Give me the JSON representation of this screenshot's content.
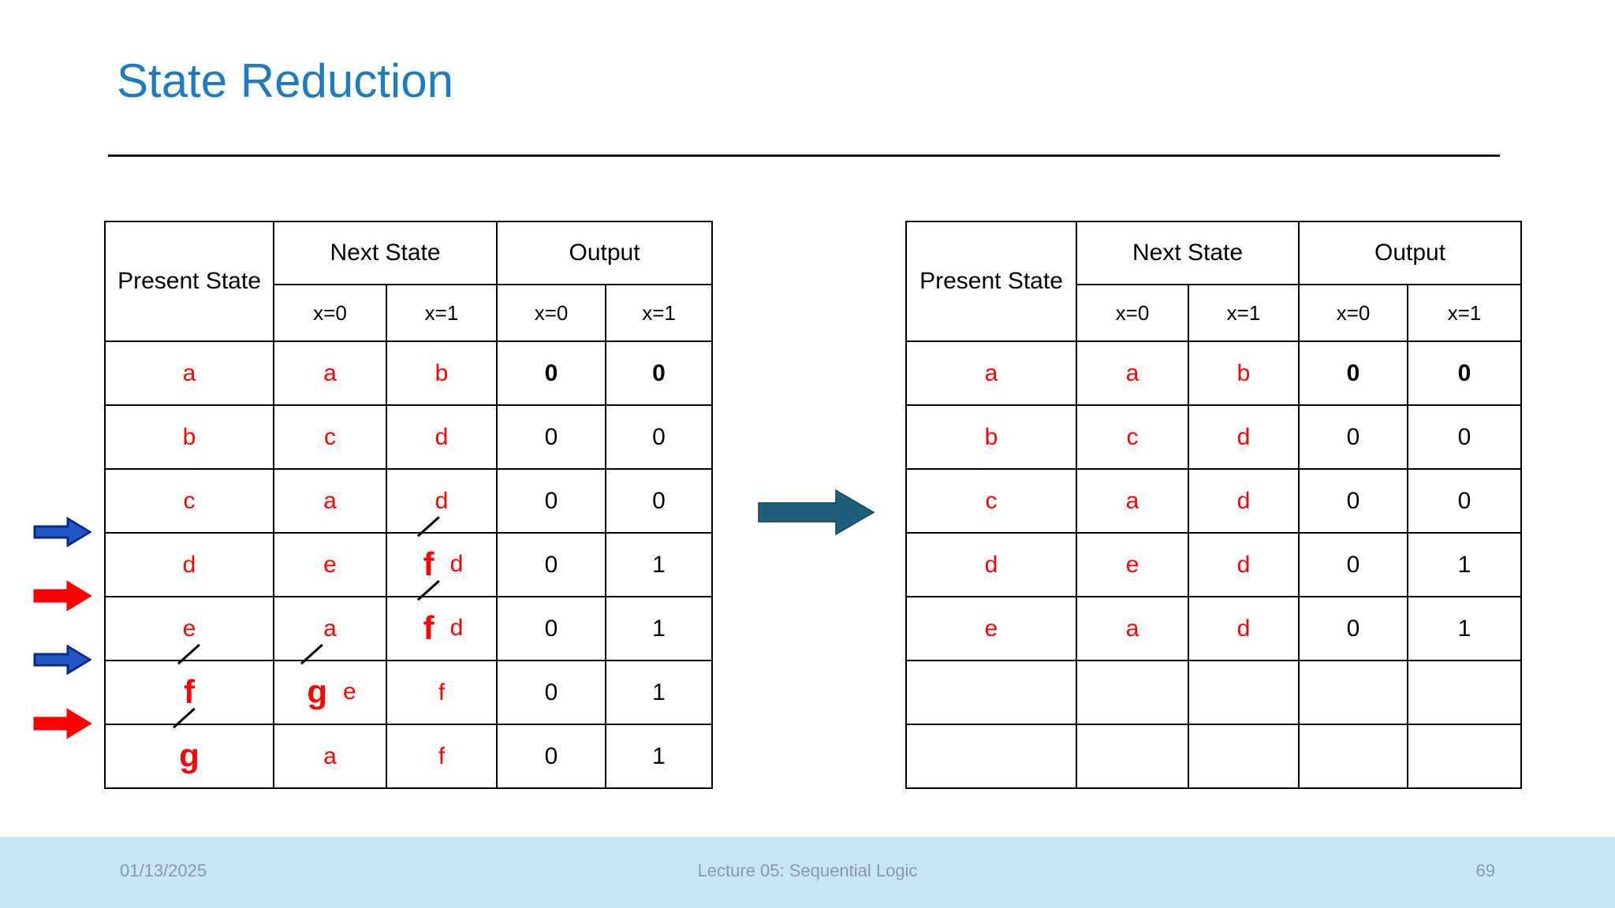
{
  "slide": {
    "title": "State Reduction"
  },
  "tables": {
    "left": {
      "name": "original-state-table",
      "headers": {
        "present_state": "Present State",
        "next_state": "Next State",
        "output": "Output",
        "sub_next_x0": "x=0",
        "sub_next_x1": "x=1",
        "sub_out_x0": "x=0",
        "sub_out_x1": "x=1"
      },
      "rows": [
        {
          "present": "a",
          "present_struck": false,
          "present_replacement": "",
          "next_x0": "a",
          "next_x0_struck": false,
          "next_x0_replacement": "",
          "next_x1": "b",
          "next_x1_struck": false,
          "next_x1_replacement": "",
          "out_x0": "0",
          "out_x1": "0",
          "out_bold": true,
          "arrow": ""
        },
        {
          "present": "b",
          "present_struck": false,
          "present_replacement": "",
          "next_x0": "c",
          "next_x0_struck": false,
          "next_x0_replacement": "",
          "next_x1": "d",
          "next_x1_struck": false,
          "next_x1_replacement": "",
          "out_x0": "0",
          "out_x1": "0",
          "out_bold": false,
          "arrow": ""
        },
        {
          "present": "c",
          "present_struck": false,
          "present_replacement": "",
          "next_x0": "a",
          "next_x0_struck": false,
          "next_x0_replacement": "",
          "next_x1": "d",
          "next_x1_struck": false,
          "next_x1_replacement": "",
          "out_x0": "0",
          "out_x1": "0",
          "out_bold": false,
          "arrow": ""
        },
        {
          "present": "d",
          "present_struck": false,
          "present_replacement": "",
          "next_x0": "e",
          "next_x0_struck": false,
          "next_x0_replacement": "",
          "next_x1": "f",
          "next_x1_struck": true,
          "next_x1_replacement": "d",
          "out_x0": "0",
          "out_x1": "1",
          "out_bold": false,
          "arrow": "blue"
        },
        {
          "present": "e",
          "present_struck": false,
          "present_replacement": "",
          "next_x0": "a",
          "next_x0_struck": false,
          "next_x0_replacement": "",
          "next_x1": "f",
          "next_x1_struck": true,
          "next_x1_replacement": "d",
          "out_x0": "0",
          "out_x1": "1",
          "out_bold": false,
          "arrow": "red"
        },
        {
          "present": "f",
          "present_struck": true,
          "present_replacement": "",
          "next_x0": "g",
          "next_x0_struck": true,
          "next_x0_replacement": "e",
          "next_x1": "f",
          "next_x1_struck": false,
          "next_x1_replacement": "",
          "out_x0": "0",
          "out_x1": "1",
          "out_bold": false,
          "arrow": "blue"
        },
        {
          "present": "g",
          "present_struck": true,
          "present_replacement": "",
          "next_x0": "a",
          "next_x0_struck": false,
          "next_x0_replacement": "",
          "next_x1": "f",
          "next_x1_struck": false,
          "next_x1_replacement": "",
          "out_x0": "0",
          "out_x1": "1",
          "out_bold": false,
          "arrow": "red"
        }
      ]
    },
    "right": {
      "name": "reduced-state-table",
      "headers": {
        "present_state": "Present State",
        "next_state": "Next State",
        "output": "Output",
        "sub_next_x0": "x=0",
        "sub_next_x1": "x=1",
        "sub_out_x0": "x=0",
        "sub_out_x1": "x=1"
      },
      "rows": [
        {
          "present": "a",
          "next_x0": "a",
          "next_x1": "b",
          "out_x0": "0",
          "out_x1": "0",
          "out_bold": true
        },
        {
          "present": "b",
          "next_x0": "c",
          "next_x1": "d",
          "out_x0": "0",
          "out_x1": "0",
          "out_bold": false
        },
        {
          "present": "c",
          "next_x0": "a",
          "next_x1": "d",
          "out_x0": "0",
          "out_x1": "0",
          "out_bold": false
        },
        {
          "present": "d",
          "next_x0": "e",
          "next_x1": "d",
          "out_x0": "0",
          "out_x1": "1",
          "out_bold": false
        },
        {
          "present": "e",
          "next_x0": "a",
          "next_x1": "d",
          "out_x0": "0",
          "out_x1": "1",
          "out_bold": false
        },
        {
          "present": "",
          "next_x0": "",
          "next_x1": "",
          "out_x0": "",
          "out_x1": "",
          "out_bold": false
        },
        {
          "present": "",
          "next_x0": "",
          "next_x1": "",
          "out_x0": "",
          "out_x1": "",
          "out_bold": false
        }
      ]
    }
  },
  "footer": {
    "date": "01/13/2025",
    "center": "Lecture 05: Sequential Logic",
    "page": "69"
  },
  "colors": {
    "title": "#1F7AC0",
    "state_text": "#FF0000",
    "center_arrow": "#1F5F7C",
    "margin_arrow_blue": "#1F57C4",
    "margin_arrow_blue_outline": "#0C2A8A",
    "margin_arrow_red": "#FF0000",
    "footer_band": "#C7E5F5",
    "footer_text": "#8A9AA5"
  }
}
